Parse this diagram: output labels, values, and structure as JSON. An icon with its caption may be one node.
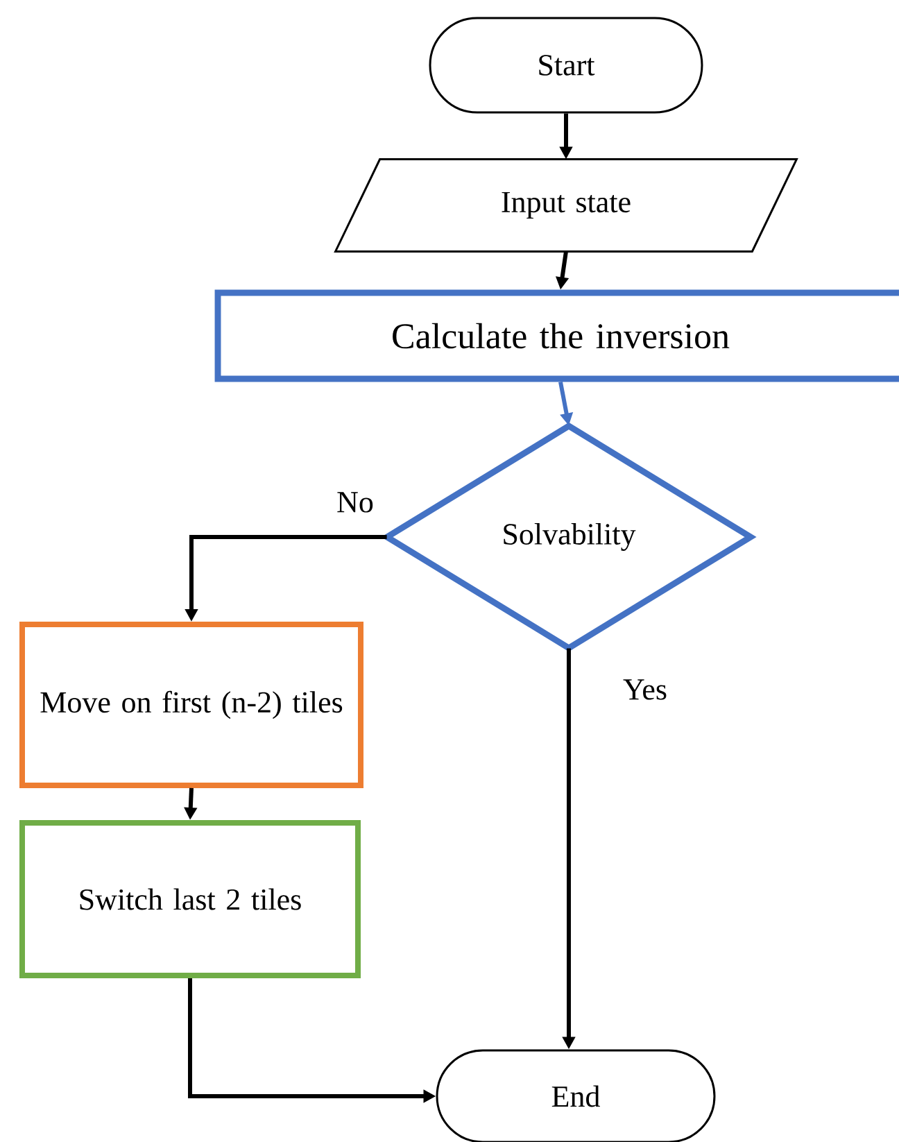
{
  "diagram": {
    "nodes": [
      {
        "text": [
          "Start"
        ]
      },
      {
        "text": [
          "Input state"
        ]
      },
      {
        "text": [
          "Calculate the inversion"
        ]
      },
      {
        "text": [
          "Solvability"
        ]
      },
      {
        "text": [
          "Move on first (n-2) tiles"
        ]
      },
      {
        "text": [
          "Switch last 2 tiles"
        ]
      },
      {
        "text": [
          "End"
        ]
      }
    ],
    "edges": [
      {
        "from": 0,
        "to": 1,
        "arrow": "to"
      },
      {
        "from": 1,
        "to": 2,
        "arrow": "to"
      },
      {
        "from": 2,
        "to": 3,
        "arrow": "to",
        "color": "#4472c4"
      },
      {
        "from": 3,
        "to": 4,
        "arrow": "to",
        "label": "No"
      },
      {
        "from": 3,
        "to": 6,
        "arrow": "to",
        "label": "Yes"
      },
      {
        "from": 4,
        "to": 5,
        "arrow": "to"
      },
      {
        "from": 5,
        "to": 6,
        "arrow": "to"
      }
    ]
  }
}
